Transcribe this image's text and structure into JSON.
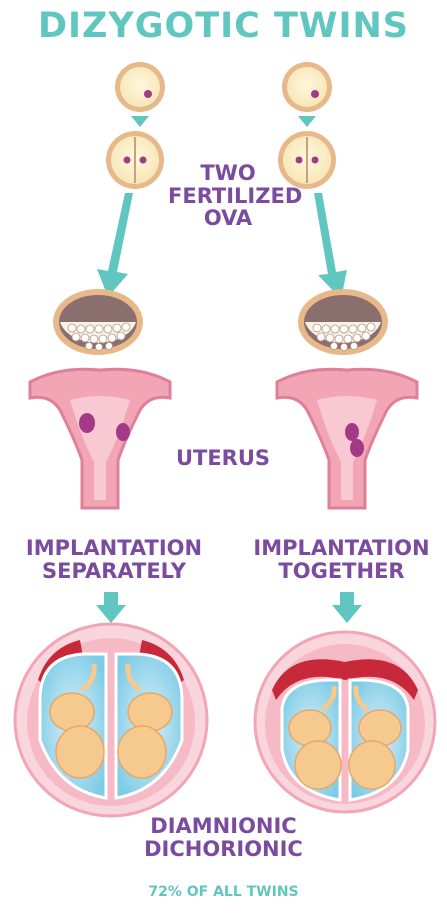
{
  "title": "DIZYGOTIC TWINS",
  "labels": {
    "ova_line1": "TWO",
    "ova_line2": "FERTILIZED",
    "ova_line3": "OVA",
    "uterus": "UTERUS",
    "left_line1": "IMPLANTATION",
    "left_line2": "SEPARATELY",
    "right_line1": "IMPLANTATION",
    "right_line2": "TOGETHER",
    "type_line1": "DIAMNIONIC",
    "type_line2": "DICHORIONIC",
    "percentage": "72% OF ALL TWINS"
  },
  "colors": {
    "teal": "#5fc6c0",
    "purple": "#7a4b9e",
    "egg_fill": "#fdf0c8",
    "egg_ring": "#e7b98a",
    "uterus_pink": "#f2a5b5",
    "uterus_dark": "#e07f98",
    "embryo_spot": "#a23a86",
    "placenta_red": "#c8293a",
    "amnion_blue": "#a9dcef",
    "fetus": "#f6c98f"
  }
}
